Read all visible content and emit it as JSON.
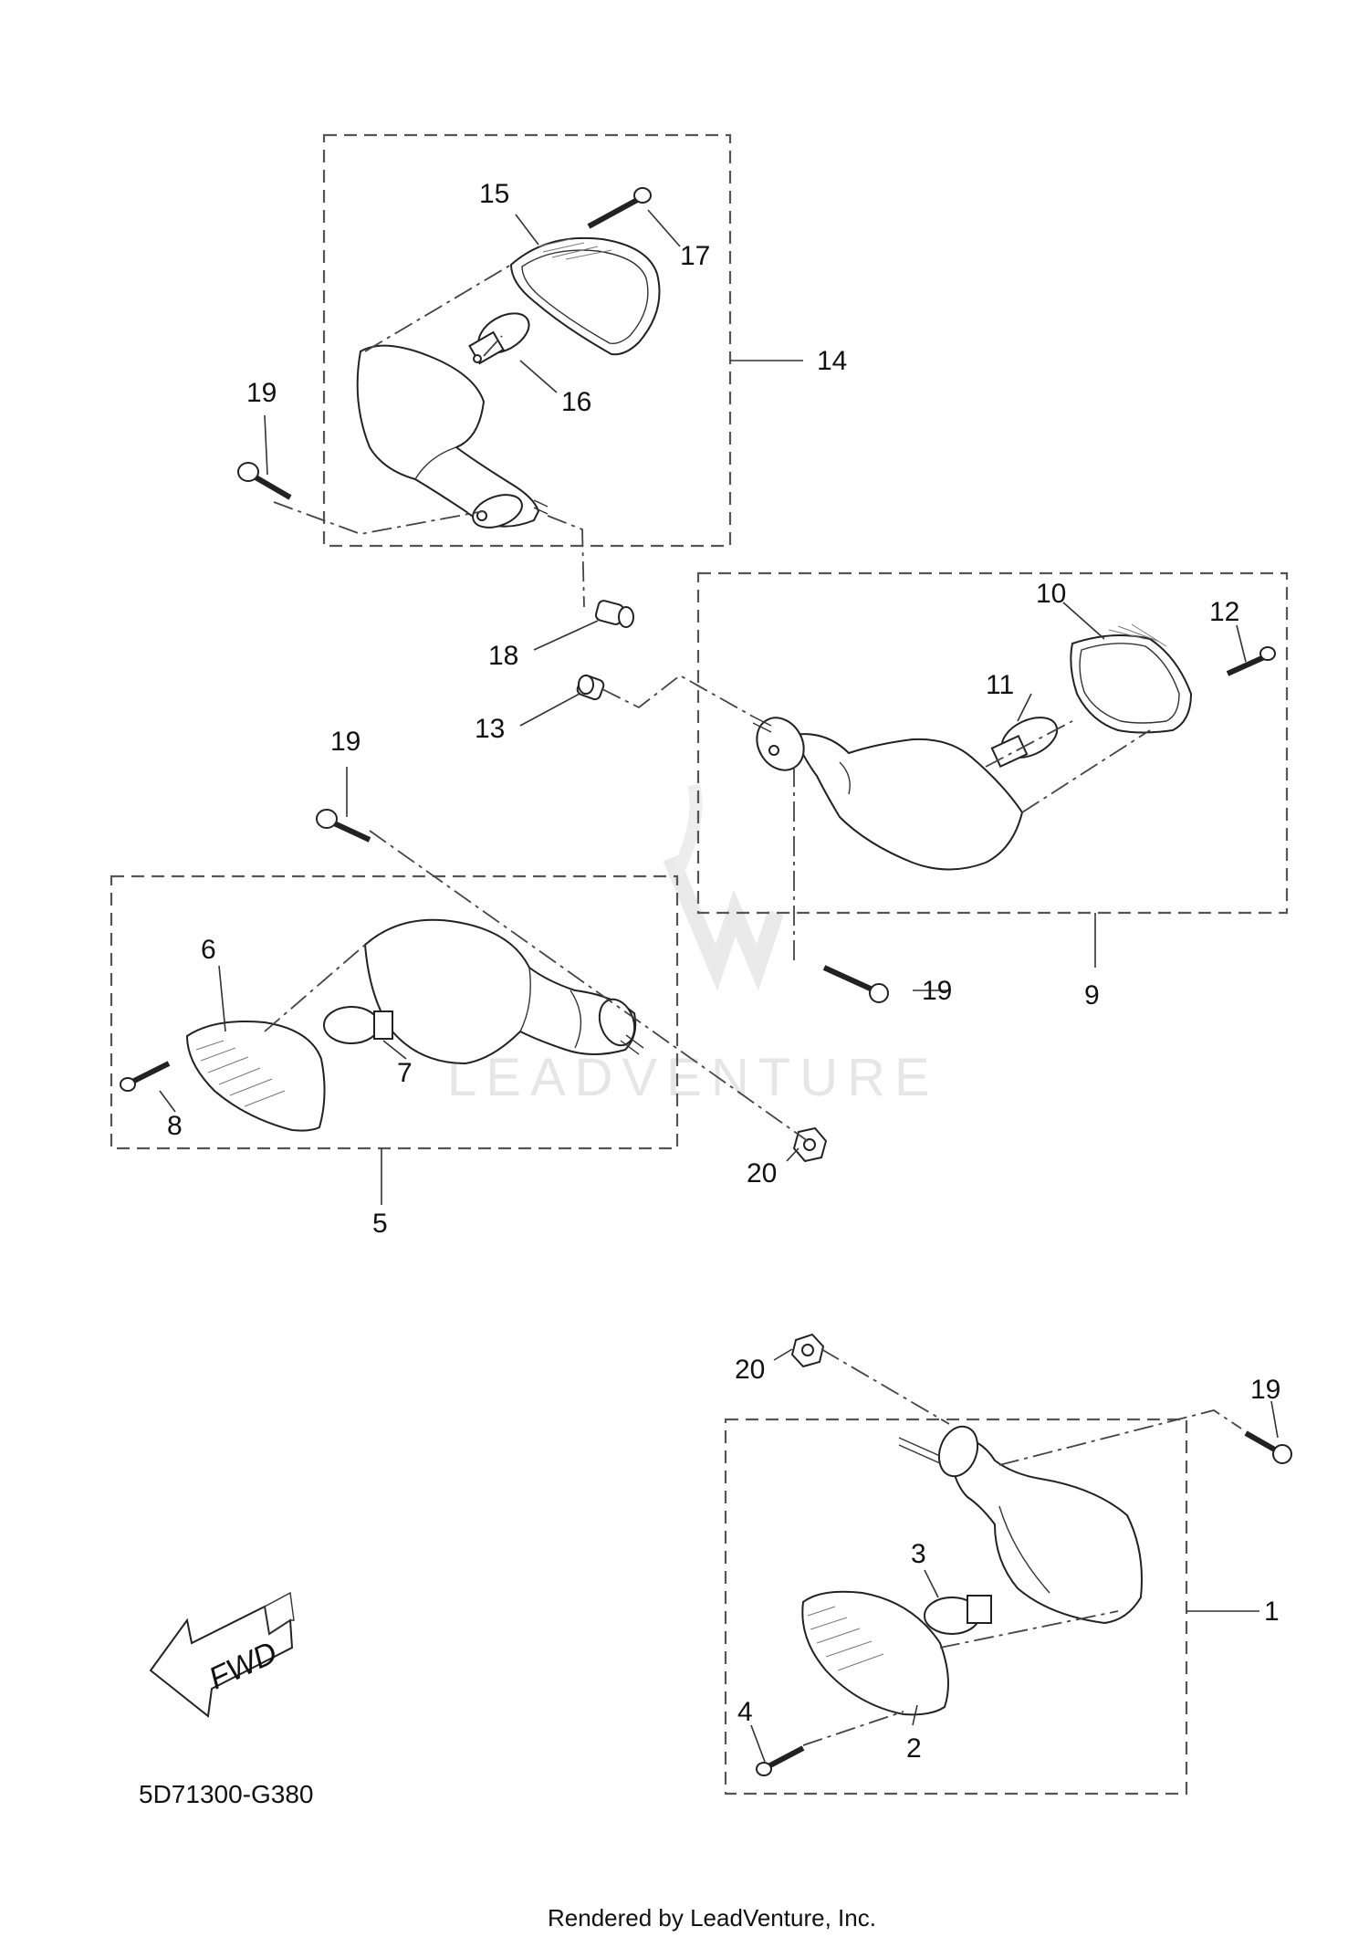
{
  "diagram_code": "5D71300-G380",
  "footer": "Rendered by LeadVenture, Inc.",
  "watermark": "LEADVENTURE",
  "fwd_label": "FWD",
  "callouts": {
    "c1": "1",
    "c2": "2",
    "c3": "3",
    "c4": "4",
    "c5": "5",
    "c6": "6",
    "c7": "7",
    "c8": "8",
    "c9": "9",
    "c10": "10",
    "c11": "11",
    "c12": "12",
    "c13": "13",
    "c14": "14",
    "c15": "15",
    "c16": "16",
    "c17": "17",
    "c18": "18",
    "c19a": "19",
    "c19b": "19",
    "c19c": "19",
    "c19d": "19",
    "c20a": "20",
    "c20b": "20"
  }
}
